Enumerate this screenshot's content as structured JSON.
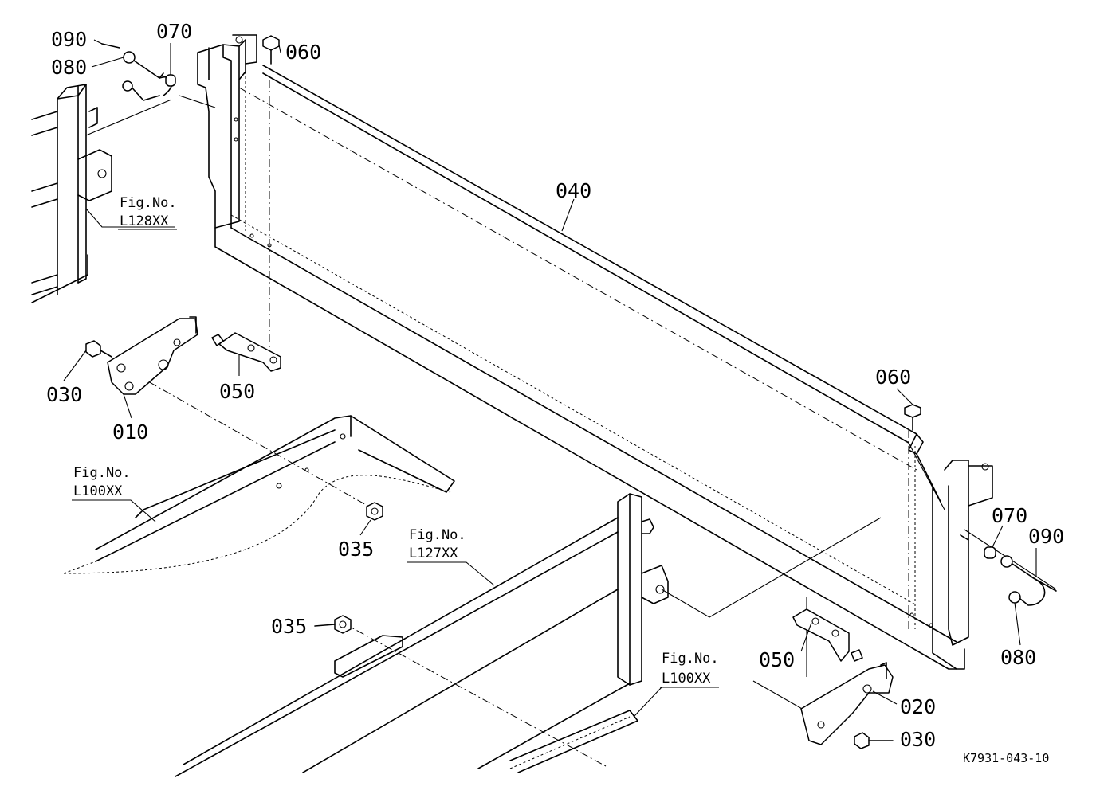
{
  "labels": {
    "p090_top": "090",
    "p080_top": "080",
    "p070_top": "070",
    "p060_top": "060",
    "p040": "040",
    "p060_right": "060",
    "p070_right": "070",
    "p090_right": "090",
    "p080_right": "080",
    "p030_left": "030",
    "p010": "010",
    "p050_left": "050",
    "p035_mid": "035",
    "p035_low": "035",
    "p050_right": "050",
    "p020": "020",
    "p030_right": "030"
  },
  "figure_refs": {
    "ref_128": {
      "line1": "Fig.No.",
      "line2": "L128XX"
    },
    "ref_100_left": {
      "line1": "Fig.No.",
      "line2": "L100XX"
    },
    "ref_127": {
      "line1": "Fig.No.",
      "line2": "L127XX"
    },
    "ref_100_right": {
      "line1": "Fig.No.",
      "line2": "L100XX"
    }
  },
  "drawing_code": "K7931-043-10"
}
